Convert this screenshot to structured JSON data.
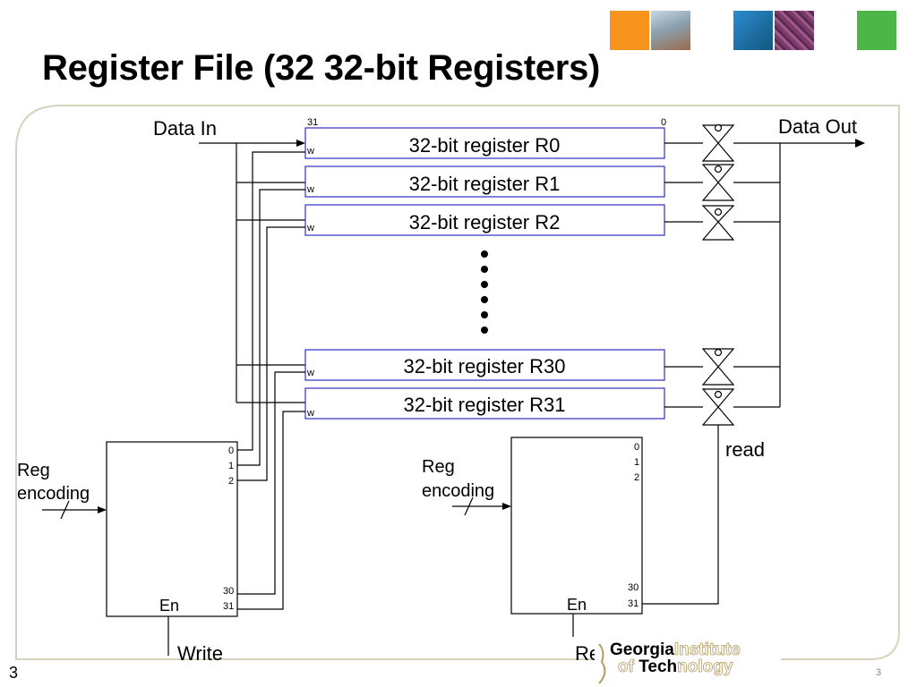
{
  "slide": {
    "title": "Register File (32 32-bit Registers)",
    "page_number_left": "3",
    "page_number_right": "3"
  },
  "decor": {
    "squares": [
      "#f7941d",
      "#8aa0b0",
      "#1b6fa8",
      "#7b3a6b",
      "#4cb748"
    ]
  },
  "diagram": {
    "data_in_label": "Data In",
    "data_out_label": "Data Out",
    "bit_high": "31",
    "bit_low": "0",
    "write_enable_label": "w",
    "registers": [
      "32-bit register R0",
      "32-bit register R1",
      "32-bit register R2",
      "32-bit register R30",
      "32-bit register R31"
    ],
    "write_decoder": {
      "input_label_line1": "Reg",
      "input_label_line2": "encoding",
      "outputs_top": [
        "0",
        "1",
        "2"
      ],
      "outputs_bottom": [
        "30",
        "31"
      ],
      "enable_label": "En",
      "control_label": "Write"
    },
    "read_decoder": {
      "input_label_line1": "Reg",
      "input_label_line2": "encoding",
      "outputs_top": [
        "0",
        "1",
        "2"
      ],
      "outputs_bottom": [
        "30",
        "31"
      ],
      "enable_label": "En",
      "control_label": "Read"
    },
    "read_signal_label": "read"
  },
  "logo": {
    "line1_bold": "Georgia",
    "line1_outline": "Institute",
    "line2_outline": "of ",
    "line2_bold": "Tech",
    "line2_outline_end": "nology",
    "bold_color": "#000000",
    "outline_color": "#b39b5a"
  }
}
